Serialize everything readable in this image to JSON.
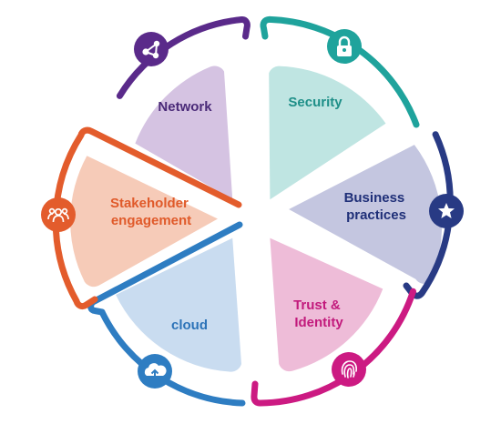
{
  "diagram": {
    "segments": [
      {
        "id": "network",
        "label_lines": [
          "Network"
        ],
        "icon": "network-share-icon",
        "color": "#5a2a8a",
        "fill": "#d5c3e2",
        "text_color": "#4a2a78"
      },
      {
        "id": "security",
        "label_lines": [
          "Security"
        ],
        "icon": "lock-icon",
        "color": "#1fa39c",
        "fill": "#bfe5e2",
        "text_color": "#1e8f88"
      },
      {
        "id": "business",
        "label_lines": [
          "Business",
          "practices"
        ],
        "icon": "star-icon",
        "color": "#283a84",
        "fill": "#c4c6e0",
        "text_color": "#1f2f78"
      },
      {
        "id": "trust",
        "label_lines": [
          "Trust &",
          "Identity"
        ],
        "icon": "fingerprint-icon",
        "color": "#cc1a82",
        "fill": "#eebcd8",
        "text_color": "#c21a7c"
      },
      {
        "id": "cloud",
        "label_lines": [
          "cloud"
        ],
        "icon": "cloud-upload-icon",
        "color": "#2e7dc2",
        "fill": "#c9dcf0",
        "text_color": "#2c73b8"
      },
      {
        "id": "stakeholder",
        "label_lines": [
          "Stakeholder",
          "engagement"
        ],
        "icon": "people-icon",
        "color": "#e35c2c",
        "fill": "#f6cbb8",
        "text_color": "#e05a2a"
      }
    ]
  }
}
